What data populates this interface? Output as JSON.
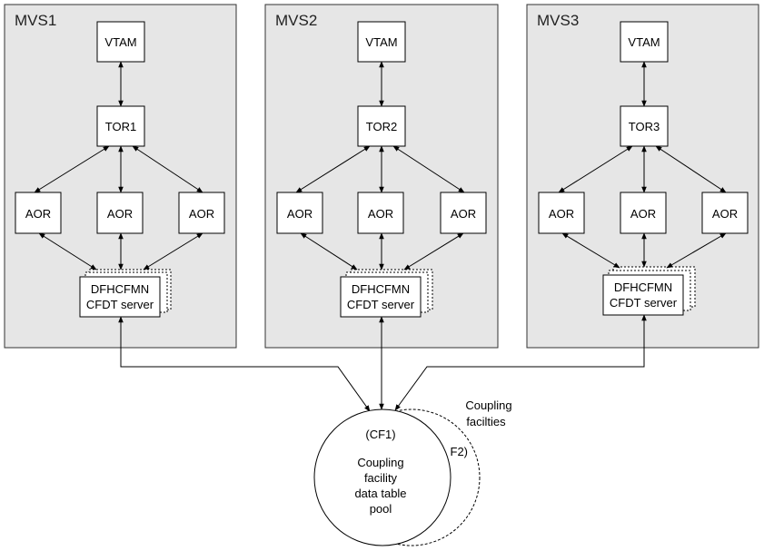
{
  "systems": [
    {
      "name": "MVS1",
      "vtam": "VTAM",
      "tor": "TOR1",
      "aors": [
        "AOR",
        "AOR",
        "AOR"
      ],
      "server_line1": "DFHCFMN",
      "server_line2": "CFDT server"
    },
    {
      "name": "MVS2",
      "vtam": "VTAM",
      "tor": "TOR2",
      "aors": [
        "AOR",
        "AOR",
        "AOR"
      ],
      "server_line1": "DFHCFMN",
      "server_line2": "CFDT server"
    },
    {
      "name": "MVS3",
      "vtam": "VTAM",
      "tor": "TOR3",
      "aors": [
        "AOR",
        "AOR",
        "AOR"
      ],
      "server_line1": "DFHCFMN",
      "server_line2": "CFDT server"
    }
  ],
  "coupling": {
    "front_id": "(CF1)",
    "front_lines": [
      "Coupling",
      "facility",
      "data table",
      "pool"
    ],
    "back_id": "F2)",
    "side_lines": [
      "Coupling",
      "facilties"
    ]
  }
}
